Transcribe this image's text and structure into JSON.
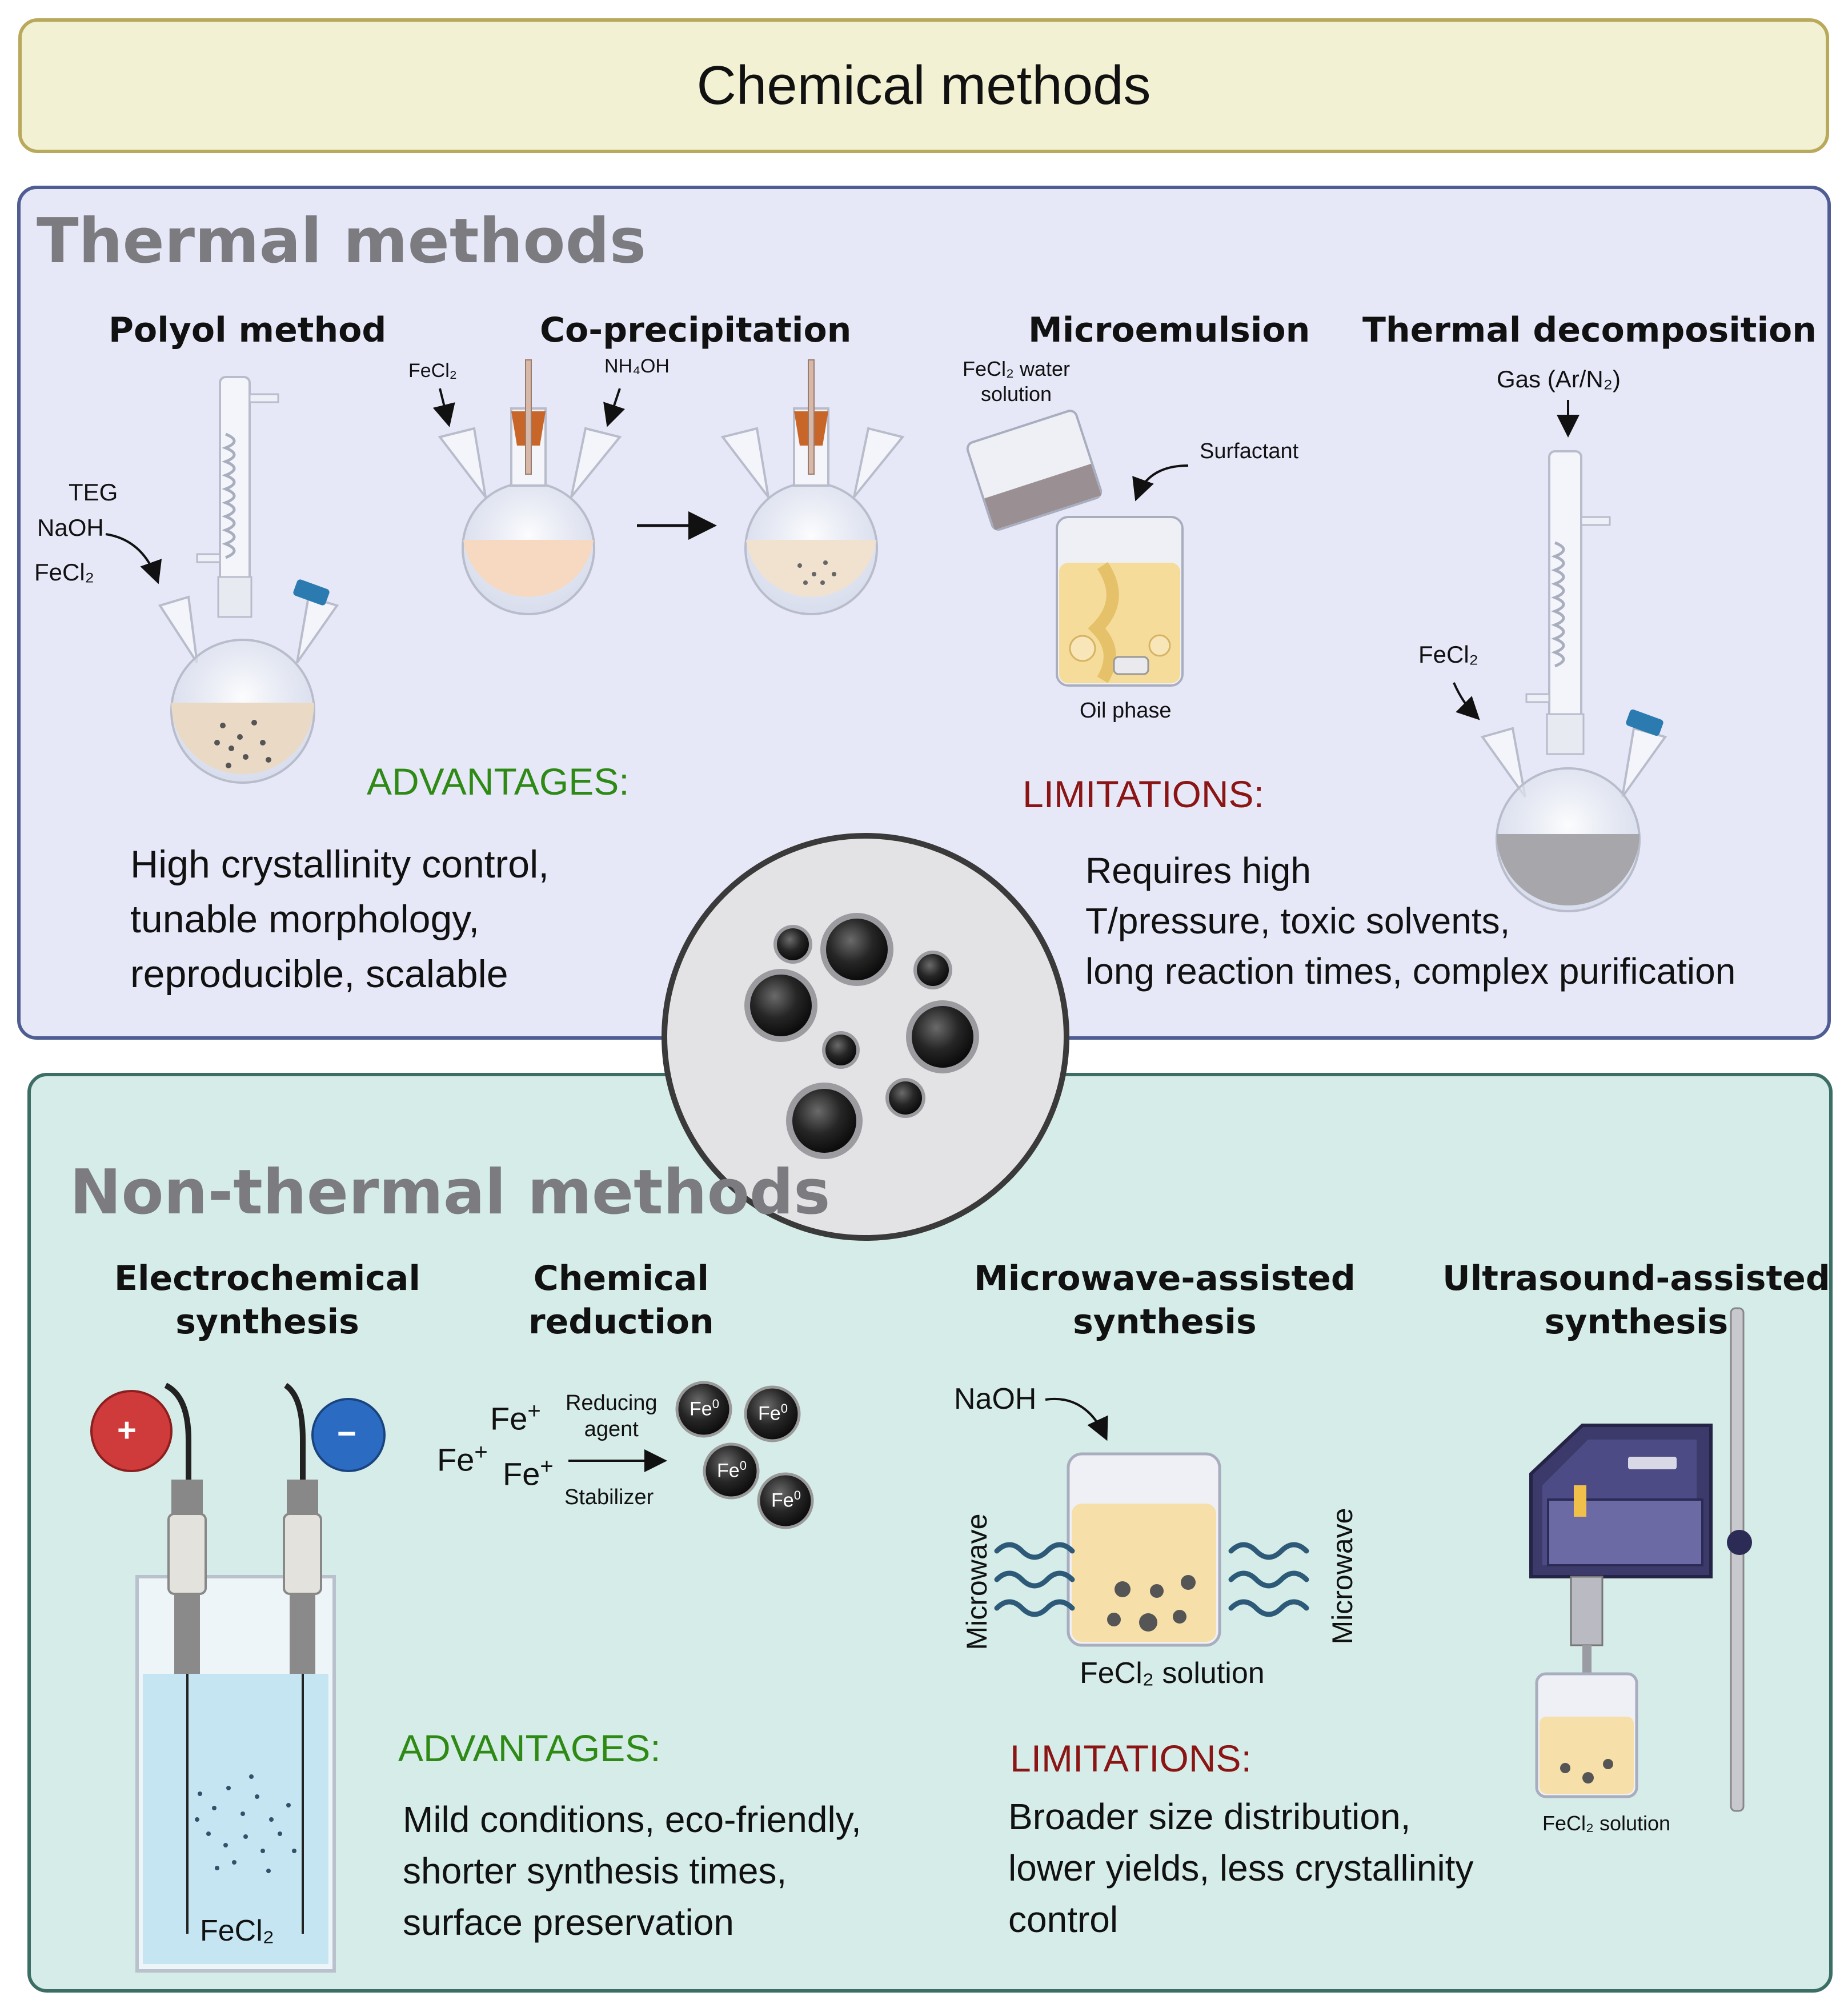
{
  "title": "Chemical methods",
  "thermal": {
    "heading": "Thermal methods",
    "methods": [
      "Polyol method",
      "Co-precipitation",
      "Microemulsion",
      "Thermal decomposition"
    ],
    "polyol_reagents": [
      "TEG",
      "NaOH",
      "FeCl₂"
    ],
    "coprecip_left": "FeCl₂",
    "coprecip_right": "NH₄OH",
    "microemulsion_water": [
      "FeCl₂ water",
      "solution"
    ],
    "surfactant": "Surfactant",
    "oil_phase": "Oil phase",
    "gas": "Gas (Ar/N₂)",
    "decomp_reagent": "FeCl₂",
    "advantages_label": "ADVANTAGES:",
    "advantages": [
      "High crystallinity control,",
      "tunable morphology,",
      "reproducible, scalable"
    ],
    "limitations_label": "LIMITATIONS:",
    "limitations": [
      "Requires high",
      "T/pressure, toxic solvents,",
      "long reaction times, complex purification"
    ]
  },
  "nonthermal": {
    "heading": "Non-thermal methods",
    "methods": {
      "electro": [
        "Electrochemical",
        "synthesis"
      ],
      "reduction": [
        "Chemical",
        "reduction"
      ],
      "microwave": [
        "Microwave-assisted",
        "synthesis"
      ],
      "ultrasound": [
        "Ultrasound-assisted",
        "synthesis"
      ]
    },
    "electrode_plus": "+",
    "electrode_minus": "−",
    "electro_solution": "FeCl₂",
    "ions": [
      "Fe",
      "Fe",
      "Fe"
    ],
    "ion_charge": "+",
    "reducing_agent": [
      "Reducing",
      "agent"
    ],
    "stabilizer": "Stabilizer",
    "particle_symbol": "Fe",
    "particle_sup": "0",
    "microwave_reagent": "NaOH",
    "microwave_word": "Microwave",
    "microwave_solution": "FeCl₂ solution",
    "ultrasound_solution": "FeCl₂ solution",
    "advantages_label": "ADVANTAGES:",
    "advantages": [
      "Mild conditions, eco-friendly,",
      "shorter synthesis times,",
      "surface preservation"
    ],
    "limitations_label": "LIMITATIONS:",
    "limitations": [
      "Broader size distribution,",
      "lower yields, less crystallinity",
      "control"
    ]
  },
  "colors": {
    "thermal_fill": "#e6e8f8",
    "thermal_border": "#4f5d93",
    "nonthermal_fill": "#d5ece8",
    "nonthermal_border": "#3d6e66",
    "title_fill": "#f3f1d3",
    "advantages": "#2f8a15",
    "limitations": "#8b1515",
    "heading_gray": "#7c7c80"
  }
}
